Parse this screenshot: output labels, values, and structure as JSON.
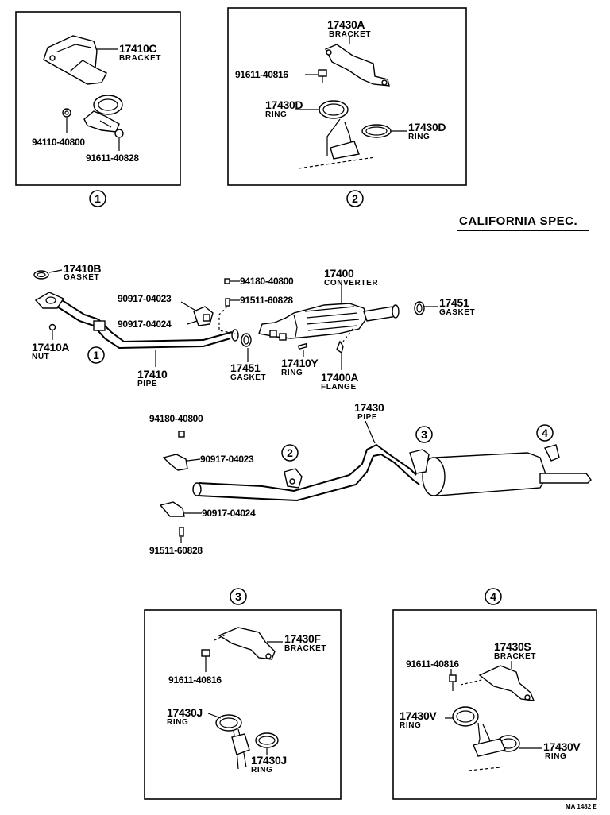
{
  "insets": {
    "i1": {
      "marker": "1",
      "parts": [
        {
          "no": "17410C",
          "name": "BRACKET"
        },
        {
          "no": "94110-40800",
          "name": ""
        },
        {
          "no": "91611-40828",
          "name": ""
        }
      ]
    },
    "i2": {
      "marker": "2",
      "parts": [
        {
          "no": "17430A",
          "name": "BRACKET"
        },
        {
          "no": "91611-40816",
          "name": ""
        },
        {
          "no": "17430D",
          "name": "RING"
        },
        {
          "no": "17430D",
          "name": "RING"
        }
      ]
    },
    "i3": {
      "marker": "3",
      "parts": [
        {
          "no": "17430F",
          "name": "BRACKET"
        },
        {
          "no": "91611-40816",
          "name": ""
        },
        {
          "no": "17430J",
          "name": "RING"
        },
        {
          "no": "17430J",
          "name": "RING"
        }
      ]
    },
    "i4": {
      "marker": "4",
      "parts": [
        {
          "no": "17430S",
          "name": "BRACKET"
        },
        {
          "no": "91611-40816",
          "name": ""
        },
        {
          "no": "17430V",
          "name": "RING"
        },
        {
          "no": "17430V",
          "name": "RING"
        }
      ]
    }
  },
  "spec_label": "CALIFORNIA SPEC.",
  "front": {
    "p17410B": {
      "no": "17410B",
      "name": "GASKET"
    },
    "p17410A": {
      "no": "17410A",
      "name": "NUT"
    },
    "p17410": {
      "no": "17410",
      "name": "PIPE"
    },
    "p90917_23": {
      "no": "90917-04023"
    },
    "p90917_24": {
      "no": "90917-04024"
    },
    "p94180": {
      "no": "94180-40800"
    },
    "p91511": {
      "no": "91511-60828"
    },
    "p17400": {
      "no": "17400",
      "name": "CONVERTER"
    },
    "p17451a": {
      "no": "17451",
      "name": "GASKET"
    },
    "p17451b": {
      "no": "17451",
      "name": "GASKET"
    },
    "p17410Y": {
      "no": "17410Y",
      "name": "RING"
    },
    "p17400A": {
      "no": "17400A",
      "name": "FLANGE"
    },
    "marker1": "1"
  },
  "rear": {
    "p17430": {
      "no": "17430",
      "name": "PIPE"
    },
    "p94180": {
      "no": "94180-40800"
    },
    "p90917_23": {
      "no": "90917-04023"
    },
    "p90917_24": {
      "no": "90917-04024"
    },
    "p91511": {
      "no": "91511-60828"
    },
    "marker2": "2",
    "marker3": "3",
    "marker4": "4"
  },
  "footer_code": "MA 1482 E"
}
